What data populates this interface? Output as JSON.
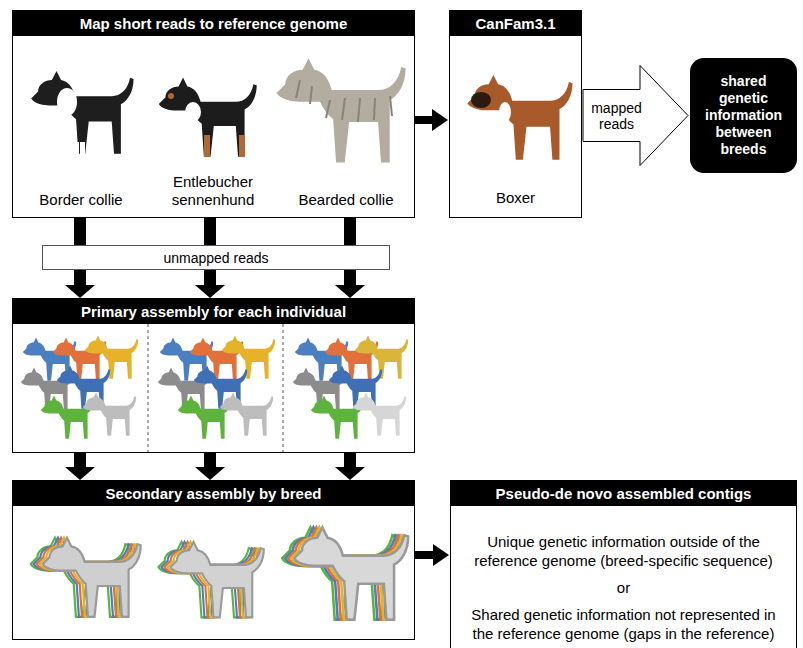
{
  "diagram": {
    "nodes": [
      {
        "text": [
          "Map short reads to reference genome",
          "Border collie",
          "Entlebucher sennenhund",
          "Bearded collie"
        ]
      },
      {
        "text": [
          "CanFam3.1",
          "Boxer"
        ]
      },
      {
        "text": [
          "shared genetic information between breeds"
        ]
      },
      {
        "text": [
          "unmapped reads"
        ]
      },
      {
        "text": [
          "Primary assembly for each individual"
        ]
      },
      {
        "text": [
          "Secondary assembly by breed"
        ]
      },
      {
        "text": [
          "Pseudo-de novo assembled contigs",
          "Unique genetic information outside of the reference genome (breed-specific sequence)",
          "or",
          "Shared genetic information not represented in the reference genome (gaps in the reference)"
        ]
      }
    ],
    "edges": [
      {
        "from": 0,
        "to": 1,
        "arrow": "to"
      },
      {
        "from": 1,
        "to": 2,
        "label": "mapped reads",
        "arrow": "to"
      },
      {
        "from": 0,
        "to": 3,
        "arrow": "none"
      },
      {
        "from": 3,
        "to": 4,
        "arrow": "to"
      },
      {
        "from": 4,
        "to": 5,
        "arrow": "to"
      },
      {
        "from": 5,
        "to": 6,
        "arrow": "to"
      }
    ]
  }
}
